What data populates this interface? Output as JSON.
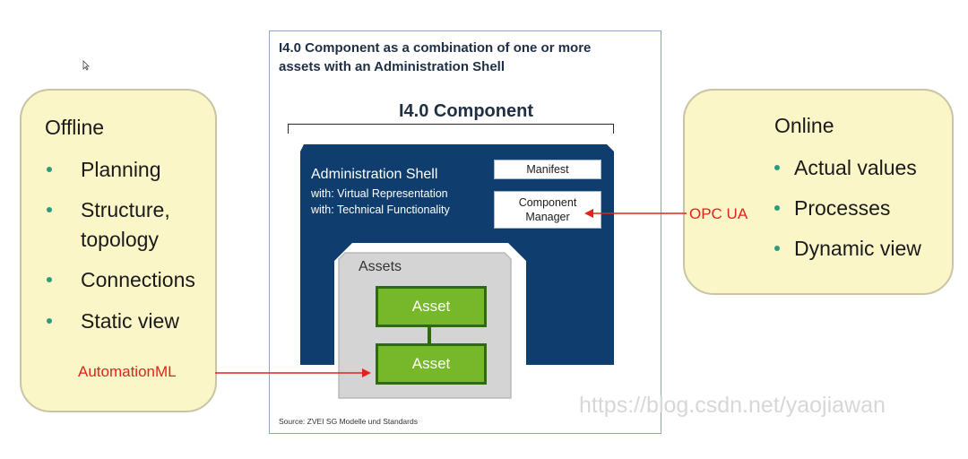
{
  "offline": {
    "title": "Offline",
    "items": [
      "Planning",
      "Structure,",
      "topology",
      "Connections",
      "Static view"
    ]
  },
  "online": {
    "title": "Online",
    "items": [
      "Actual values",
      "Processes",
      "Dynamic view"
    ]
  },
  "component": {
    "frame_title_line1": "I4.0 Component as a combination of one or more",
    "frame_title_line2": "assets with an Administration Shell",
    "label": "I4.0 Component",
    "shell_title": "Administration Shell",
    "shell_line1": "with: Virtual Representation",
    "shell_line2": "with: Technical Functionality",
    "manifest": "Manifest",
    "manager_line1": "Component",
    "manager_line2": "Manager",
    "assets_title": "Assets",
    "asset_top": "Asset",
    "asset_bottom": "Asset",
    "source": "Source: ZVEI SG Modelle und Standards"
  },
  "protocols": {
    "opc": "OPC UA",
    "aml": "AutomationML"
  },
  "watermark": "https://blog.csdn.net/yaojiawan",
  "colors": {
    "panel_fill": "#fbf6c8",
    "shell_navy": "#0f3d6e",
    "asset_green": "#76b82a",
    "arrow_red": "#e3221c",
    "bullet_teal": "#2f9a7c"
  }
}
